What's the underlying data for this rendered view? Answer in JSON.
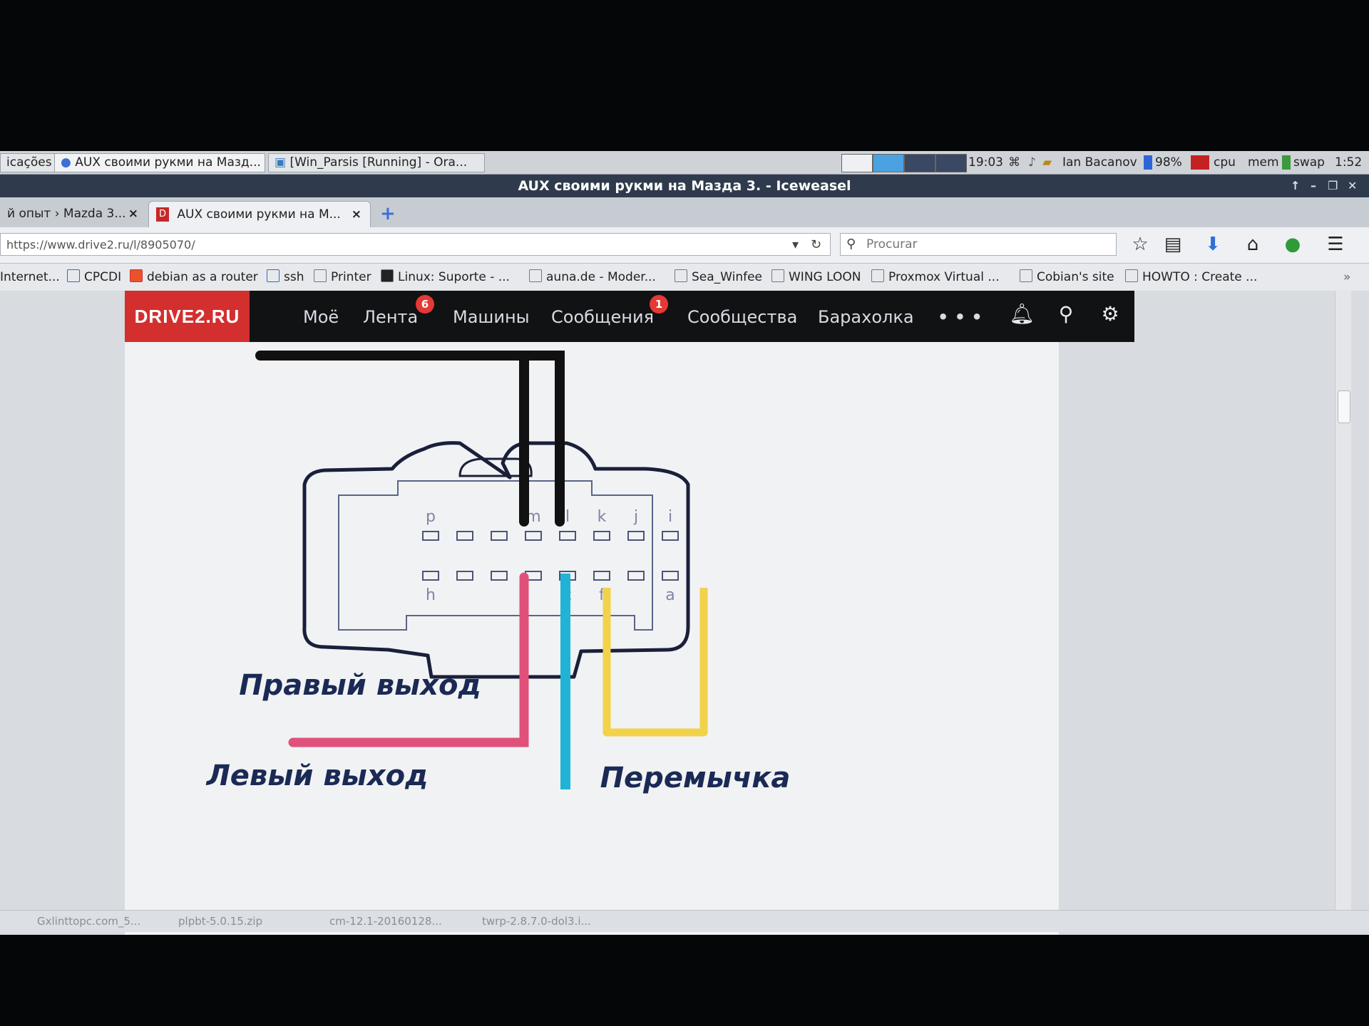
{
  "taskbar": {
    "apps_label": "icações",
    "windows": [
      {
        "label": "AUX своими рукми на Мазд..."
      },
      {
        "label": "[Win_Parsis [Running] - Ora..."
      }
    ],
    "clock": "19:03",
    "user": "Ian Bacanov",
    "battery": "98%",
    "cpu_label": "cpu",
    "mem_label": "mem",
    "swap_label": "swap",
    "time_right": "1:52"
  },
  "window": {
    "title": "AUX своими рукми на Мазда 3. - Iceweasel"
  },
  "tabs": [
    {
      "label": "й опыт › Mazda 3...",
      "close": "×"
    },
    {
      "label": "AUX своими рукми на М...",
      "close": "×",
      "favicon": "D"
    }
  ],
  "new_tab": "+",
  "address": {
    "url": "https://www.drive2.ru/l/8905070/"
  },
  "search": {
    "placeholder": "Procurar"
  },
  "bookmarks": [
    {
      "label": "Internet..."
    },
    {
      "label": "CPCDI"
    },
    {
      "label": "debian as a router"
    },
    {
      "label": "ssh"
    },
    {
      "label": "Printer"
    },
    {
      "label": "Linux: Suporte - ..."
    },
    {
      "label": "auna.de - Moder..."
    },
    {
      "label": "Sea_Winfee"
    },
    {
      "label": "WING LOON"
    },
    {
      "label": "Proxmox Virtual ..."
    },
    {
      "label": "Cobian's site"
    },
    {
      "label": "HOWTO : Create ..."
    }
  ],
  "bookmarks_more": "»",
  "site": {
    "logo": "DRIVE2.RU",
    "menu": [
      {
        "label": "Моё"
      },
      {
        "label": "Лента",
        "badge": "6"
      },
      {
        "label": "Машины"
      },
      {
        "label": "Сообщения",
        "badge": "1"
      },
      {
        "label": "Сообщества"
      },
      {
        "label": "Барахолка"
      },
      {
        "label": "• • •"
      }
    ]
  },
  "diagram": {
    "pins_top": [
      "p",
      "",
      "",
      "m",
      "l",
      "k",
      "j",
      "i"
    ],
    "pins_bottom": [
      "h",
      "",
      "",
      "",
      "c",
      "f",
      "",
      "a"
    ],
    "label_right": "Правый выход",
    "label_left": "Левый выход",
    "label_jumper": "Перемычка",
    "colors": {
      "black_wire": "#111111",
      "pink_wire": "#e0507a",
      "cyan_wire": "#1fb3d6",
      "yellow_wire": "#f2d24a",
      "outline": "#1a1f3a"
    }
  },
  "downloads": [
    {
      "label": "Gxlinttopc.com_5..."
    },
    {
      "label": "plpbt-5.0.15.zip"
    },
    {
      "label": "cm-12.1-20160128..."
    },
    {
      "label": "twrp-2.8.7.0-dol3.i..."
    }
  ]
}
